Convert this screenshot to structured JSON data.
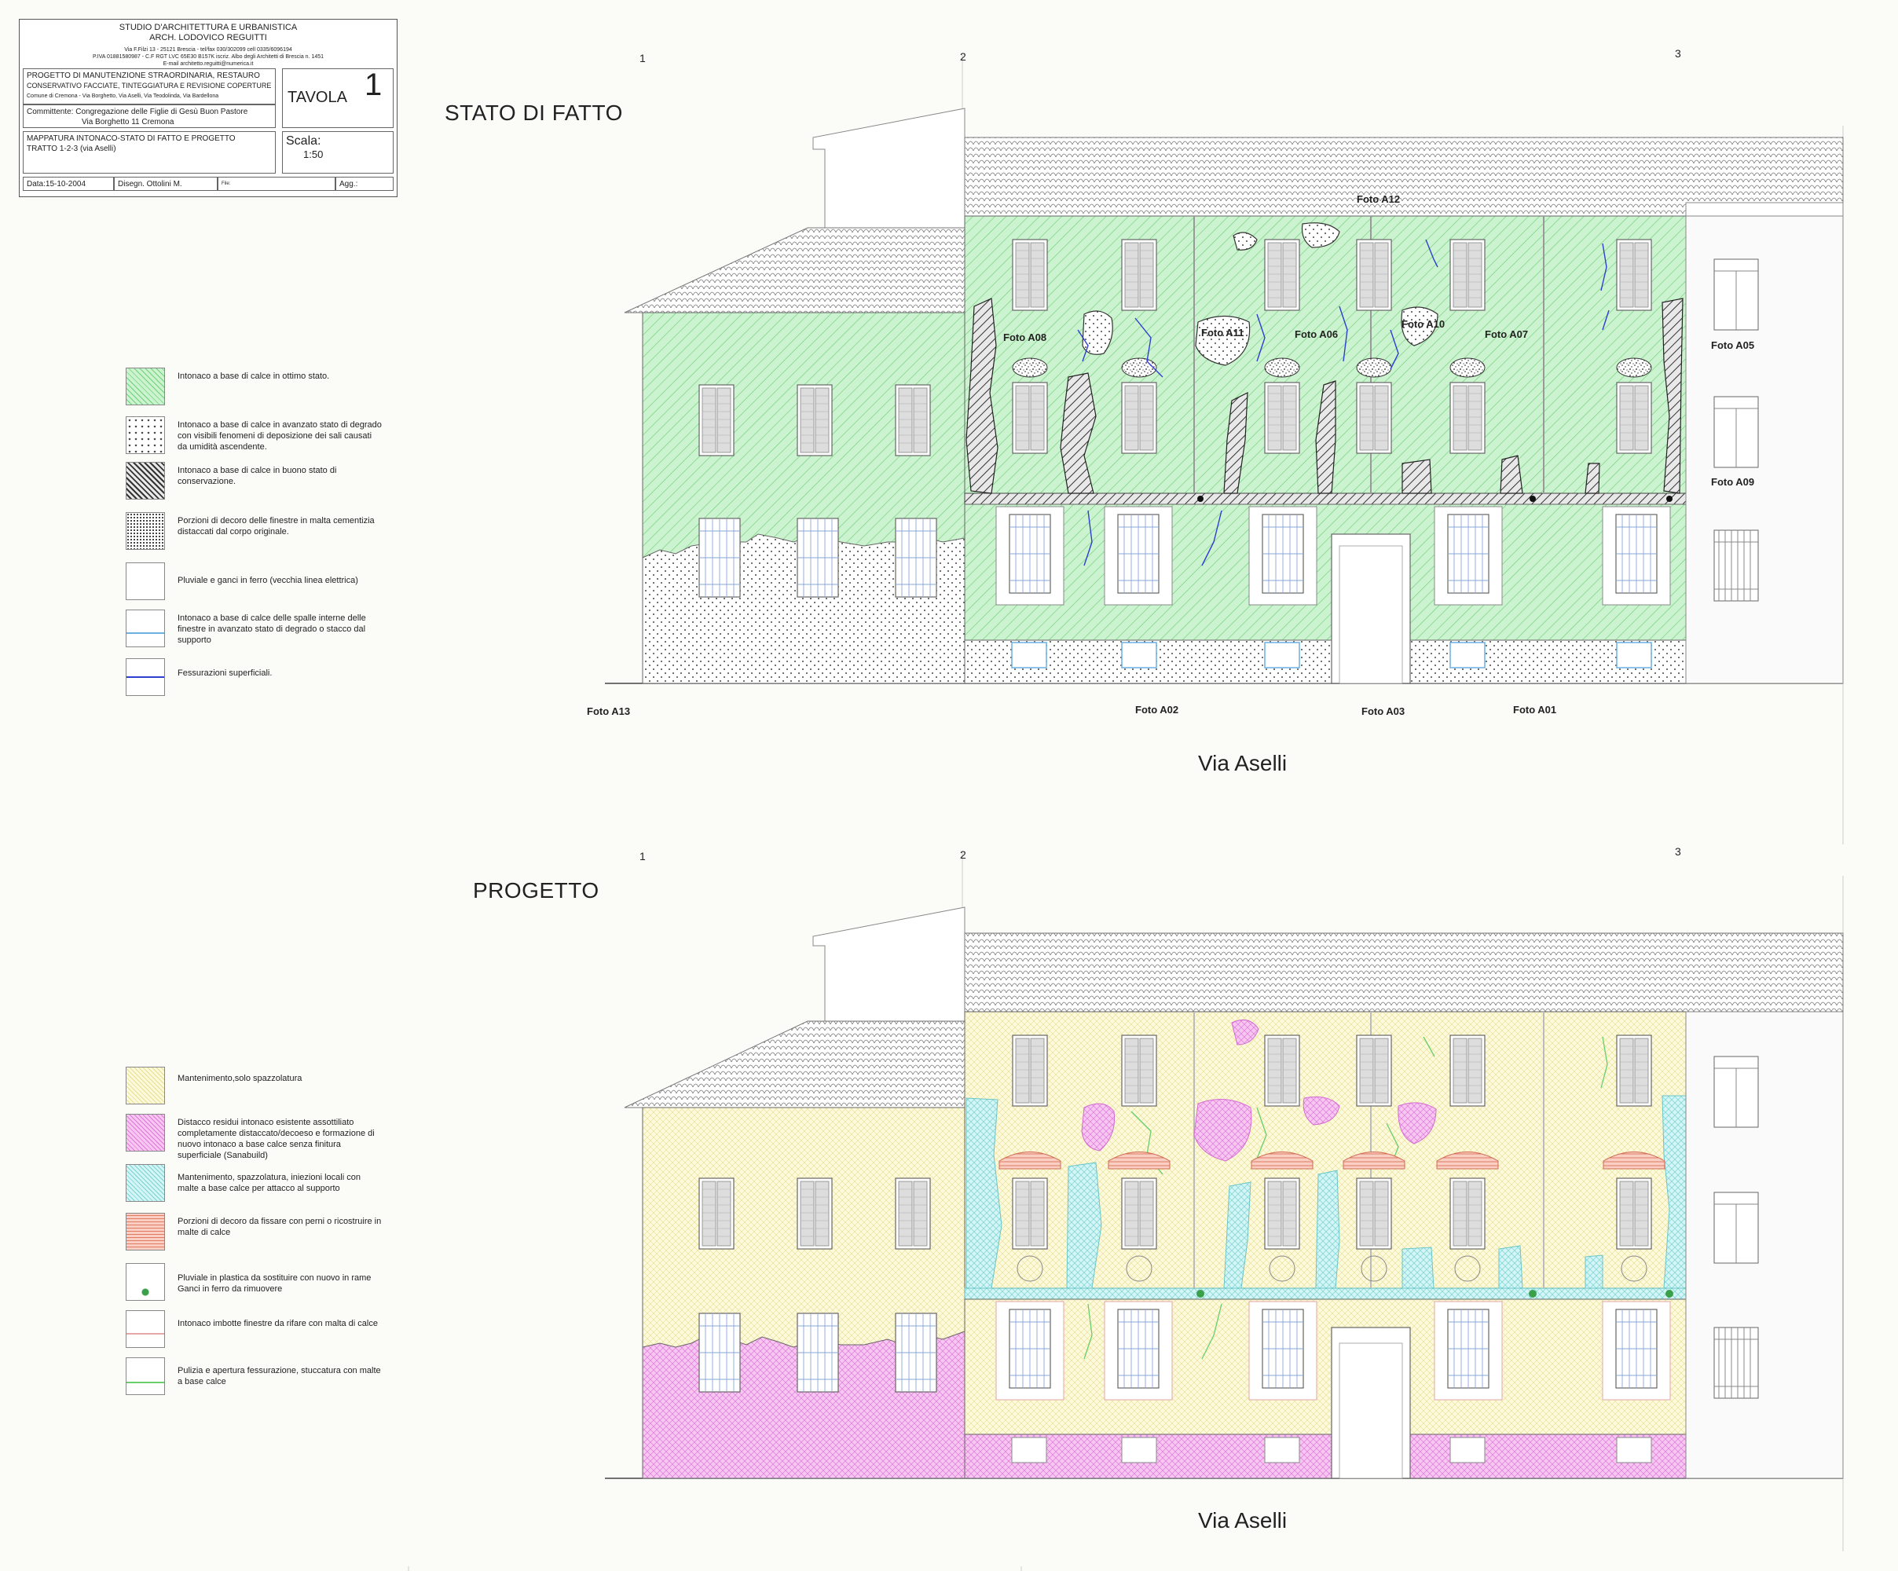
{
  "title_block": {
    "studio_line1": "STUDIO D'ARCHITETTURA E URBANISTICA",
    "studio_line2": "ARCH. LODOVICO REGUITTI",
    "address_line1": "Via F.Filzi 13 - 25121 Brescia - tel/fax 030/302099 cell 0335/6096194",
    "address_line2": "P.IVA 01881580987 - C.F RGT LVC 65E30 B157K iscriz. Albo degli Architetti di Brescia n. 1451",
    "email_line": "E-mail architetto.reguitti@numerica.it",
    "project_line1": "PROGETTO DI MANUTENZIONE STRAORDINARIA, RESTAURO",
    "project_line2": "CONSERVATIVO FACCIATE, TINTEGGIATURA E REVISIONE COPERTURE",
    "project_line3": "Comune di Cremona - Via Borghetto, Via Aselli, Via Teodolinda, Via Bardellona",
    "committente_line1": "Committente: Congregazione delle Figlie di Gesù Buon Pastore",
    "committente_line2": "Via Borghetto 11 Cremona",
    "tavola_label": "TAVOLA",
    "tavola_number": "1",
    "mapping_line1": "MAPPATURA INTONACO-STATO DI FATTO E PROGETTO",
    "mapping_line2": "TRATTO 1-2-3  (via Aselli)",
    "scala_label": "Scala:",
    "scala_value": "1:50",
    "data": "Data:15-10-2004",
    "disegn": "Disegn. Ottolini M.",
    "file": "File:",
    "agg": "Agg.:"
  },
  "top": {
    "title": "STATO DI FATTO",
    "street": "Via Aselli",
    "axis_labels": [
      "1",
      "2",
      "3"
    ],
    "fotos": {
      "a01": "Foto A01",
      "a02": "Foto A02",
      "a03": "Foto A03",
      "a05": "Foto A05",
      "a06": "Foto A06",
      "a07": "Foto A07",
      "a08": "Foto A08",
      "a09": "Foto A09",
      "a10": "Foto A10",
      "a11": "Foto A11",
      "a12": "Foto A12",
      "a13": "Foto A13"
    },
    "legend": [
      "Intonaco a base di calce in ottimo stato.",
      "Intonaco a base di calce in avanzato stato di degrado con visibili fenomeni di deposizione dei sali causati da umidità ascendente.",
      "Intonaco a base di calce in buono stato di conservazione.",
      "Porzioni di decoro delle finestre in malta cementizia distaccati dal corpo originale.",
      "Pluviale e ganci in ferro (vecchia linea elettrica)",
      "Intonaco a base di calce delle spalle interne delle finestre in avanzato stato di degrado o stacco dal supporto",
      "Fessurazioni superficiali."
    ]
  },
  "bottom": {
    "title": "PROGETTO",
    "street": "Via Aselli",
    "axis_labels": [
      "1",
      "2",
      "3"
    ],
    "legend": [
      "Mantenimento,solo spazzolatura",
      "Distacco residui intonaco esistente assottiliato completamente distaccato/decoeso e formazione di nuovo intonaco a base calce senza finitura superficiale (Sanabuild)",
      "Mantenimento, spazzolatura, iniezioni locali con malte a base calce per attacco al supporto",
      "Porzioni di decoro da fissare con perni o ricostruire in malte di calce",
      "Pluviale in plastica da sostituire con nuovo in rame\nGanci in ferro da rimuovere",
      "Intonaco imbotte finestre da rifare con malta di calce",
      "Pulizia e apertura fessurazione, stuccatura con malte a base calce"
    ]
  },
  "colors": {
    "green": "#9fe8a6",
    "green_line": "#6fcf78",
    "dotted": "#ffffff",
    "dark_hatch": "#444444",
    "blue_crack": "#2c3fd0",
    "cyan": "#bff0f0",
    "pink": "#f5b8f0",
    "yellow": "#fcf6c8",
    "salmon": "#f4a790"
  }
}
